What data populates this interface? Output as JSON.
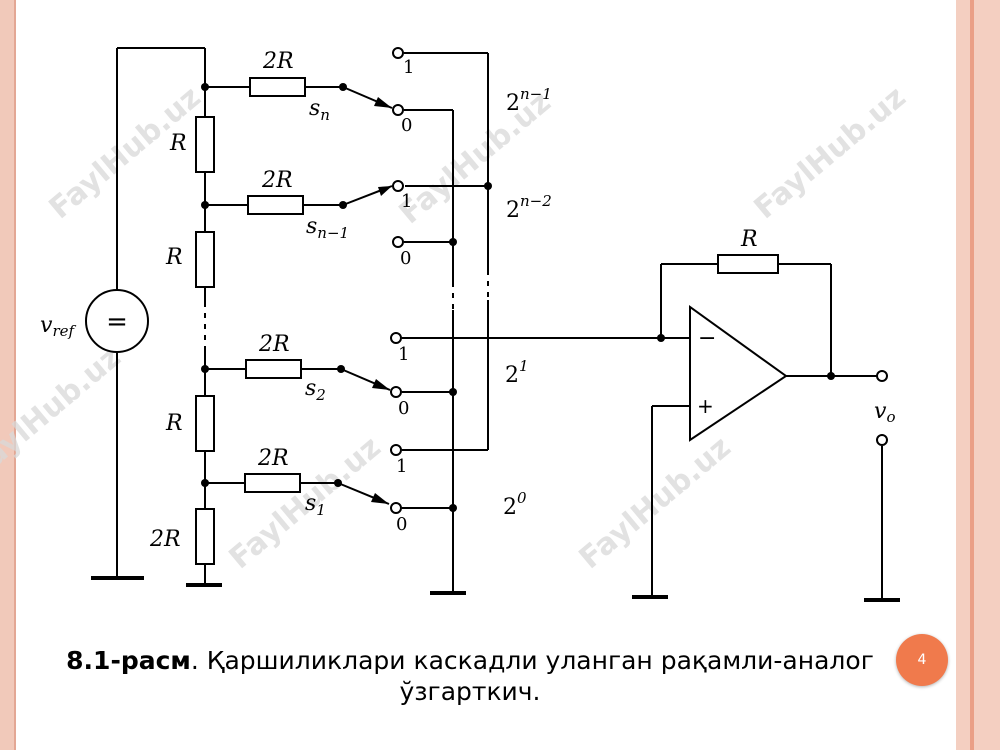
{
  "diagram": {
    "labels": {
      "vref": "v",
      "vref_sub": "ref",
      "vref_symbol": "=",
      "R": "R",
      "twoR": "2R",
      "sn": "s",
      "sn_sub": "n",
      "sn1": "s",
      "sn1_sub": "n−1",
      "s2": "s",
      "s2_sub": "2",
      "s1": "s",
      "s1_sub": "1",
      "one": "1",
      "zero": "0",
      "p_n1": "2",
      "p_n1_exp": "n−1",
      "p_n2": "2",
      "p_n2_exp": "n−2",
      "p_1": "2",
      "p_1_exp": "1",
      "p_0": "2",
      "p_0_exp": "0",
      "minus": "−",
      "plus": "+",
      "vo": "v",
      "vo_sub": "o"
    },
    "watermark": "FaylHub.uz"
  },
  "caption": {
    "bold": "8.1-расм",
    "text": ". Қаршиликлари каскадли уланган рақамли-аналог ўзгарткич."
  },
  "page_number": "4"
}
